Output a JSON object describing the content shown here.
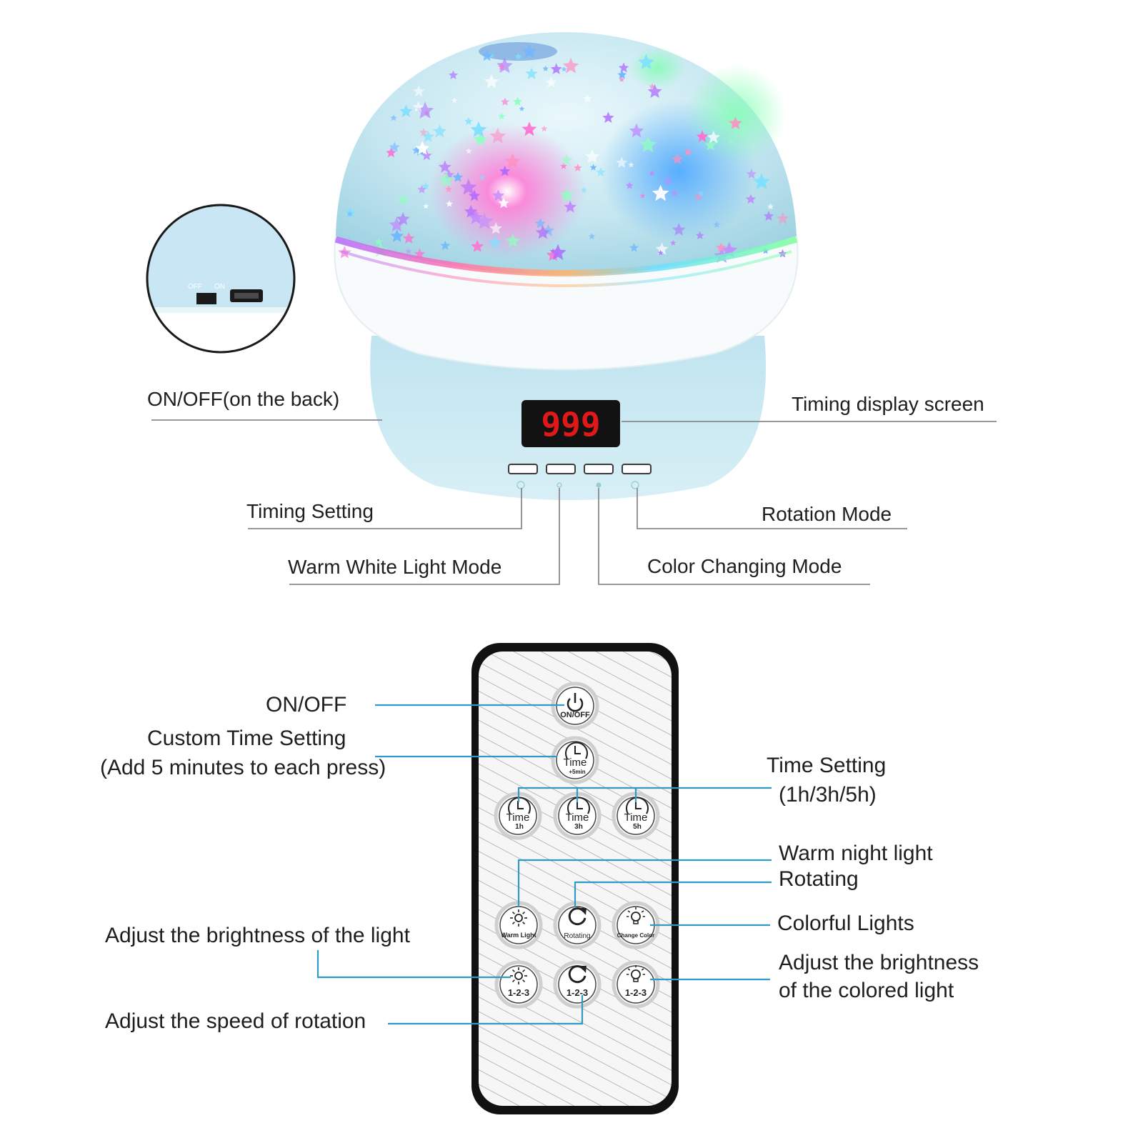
{
  "inset": {
    "off_label": "OFF",
    "on_label": "ON"
  },
  "display": {
    "digits": "999"
  },
  "lamp_labels": {
    "power_back": "ON/OFF(on the back)",
    "display_screen": "Timing display screen",
    "timing_setting": "Timing Setting",
    "rotation_mode": "Rotation Mode",
    "warm_white": "Warm White Light Mode",
    "color_changing": "Color Changing Mode"
  },
  "remote_labels": {
    "on_off": "ON/OFF",
    "custom_time_line1": "Custom Time Setting",
    "custom_time_line2": "(Add 5 minutes to each press)",
    "time_setting_line1": "Time Setting",
    "time_setting_line2": "(1h/3h/5h)",
    "warm_night": "Warm night light",
    "rotating": "Rotating",
    "colorful": "Colorful Lights",
    "adjust_brightness": "Adjust the brightness of the light",
    "adjust_colored_line1": "Adjust the brightness",
    "adjust_colored_line2": "of the colored light",
    "adjust_speed": "Adjust the speed of rotation"
  },
  "remote_buttons": {
    "power": "ON/OFF",
    "time_word": "Time",
    "plus5": "+5min",
    "h1": "1h",
    "h3": "3h",
    "h5": "5h",
    "warm_light": "Warm Light",
    "rotating": "Rotating",
    "change_color": "Change Color",
    "level": "1-2-3"
  },
  "colors": {
    "lamp_blue": "#cfeaf3",
    "leader_blue": "#2f9ac2",
    "leader_gray": "#8a8a8a",
    "led_red": "#e01818"
  }
}
